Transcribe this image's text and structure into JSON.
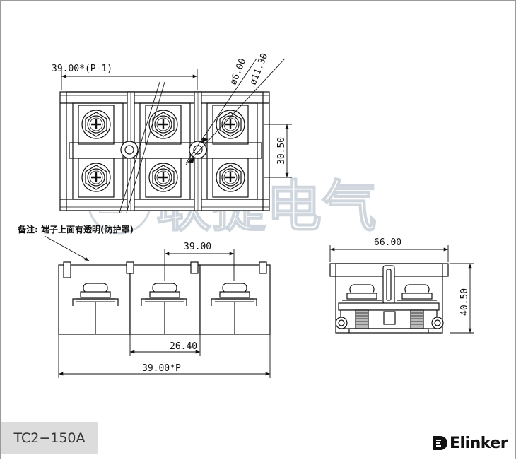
{
  "diagram": {
    "watermark": "联捷电气",
    "dims": {
      "pitch_top": "39.00*(P-1)",
      "hole_diam_small": "ø6.00",
      "hole_diam_large": "ø11.30",
      "height_right": "30.50",
      "pitch_side": "39.00",
      "inner_width": "26.40",
      "total_width": "39.00*P",
      "end_width": "66.00",
      "end_height": "40.50"
    },
    "note": "备注: 端子上面有透明(防护罩)"
  },
  "footer": {
    "model": "TC2−150A",
    "brand": "Elinker",
    "logo_icon": "elinker-logo-icon"
  }
}
